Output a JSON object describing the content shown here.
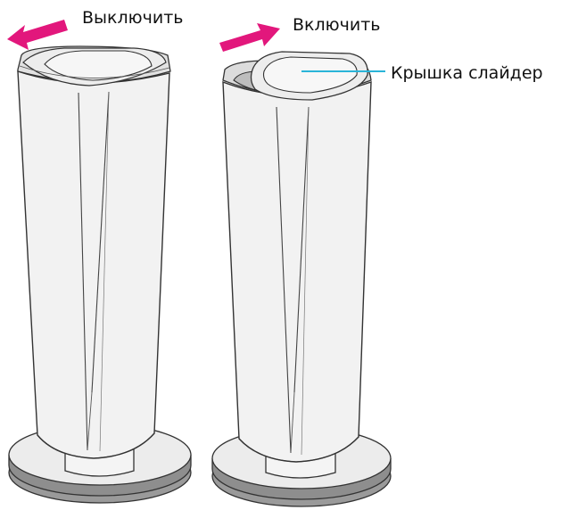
{
  "labels": {
    "turn_off": "Выключить",
    "turn_on": "Включить",
    "slider_cover": "Крышка слайдер"
  },
  "colors": {
    "arrow": "#e2177c",
    "callout_line": "#2ab4d8",
    "outline": "#333333",
    "body_fill": "#f2f2f2",
    "base_fill": "#e6e6e6",
    "base_rim": "#9a9a9a"
  }
}
